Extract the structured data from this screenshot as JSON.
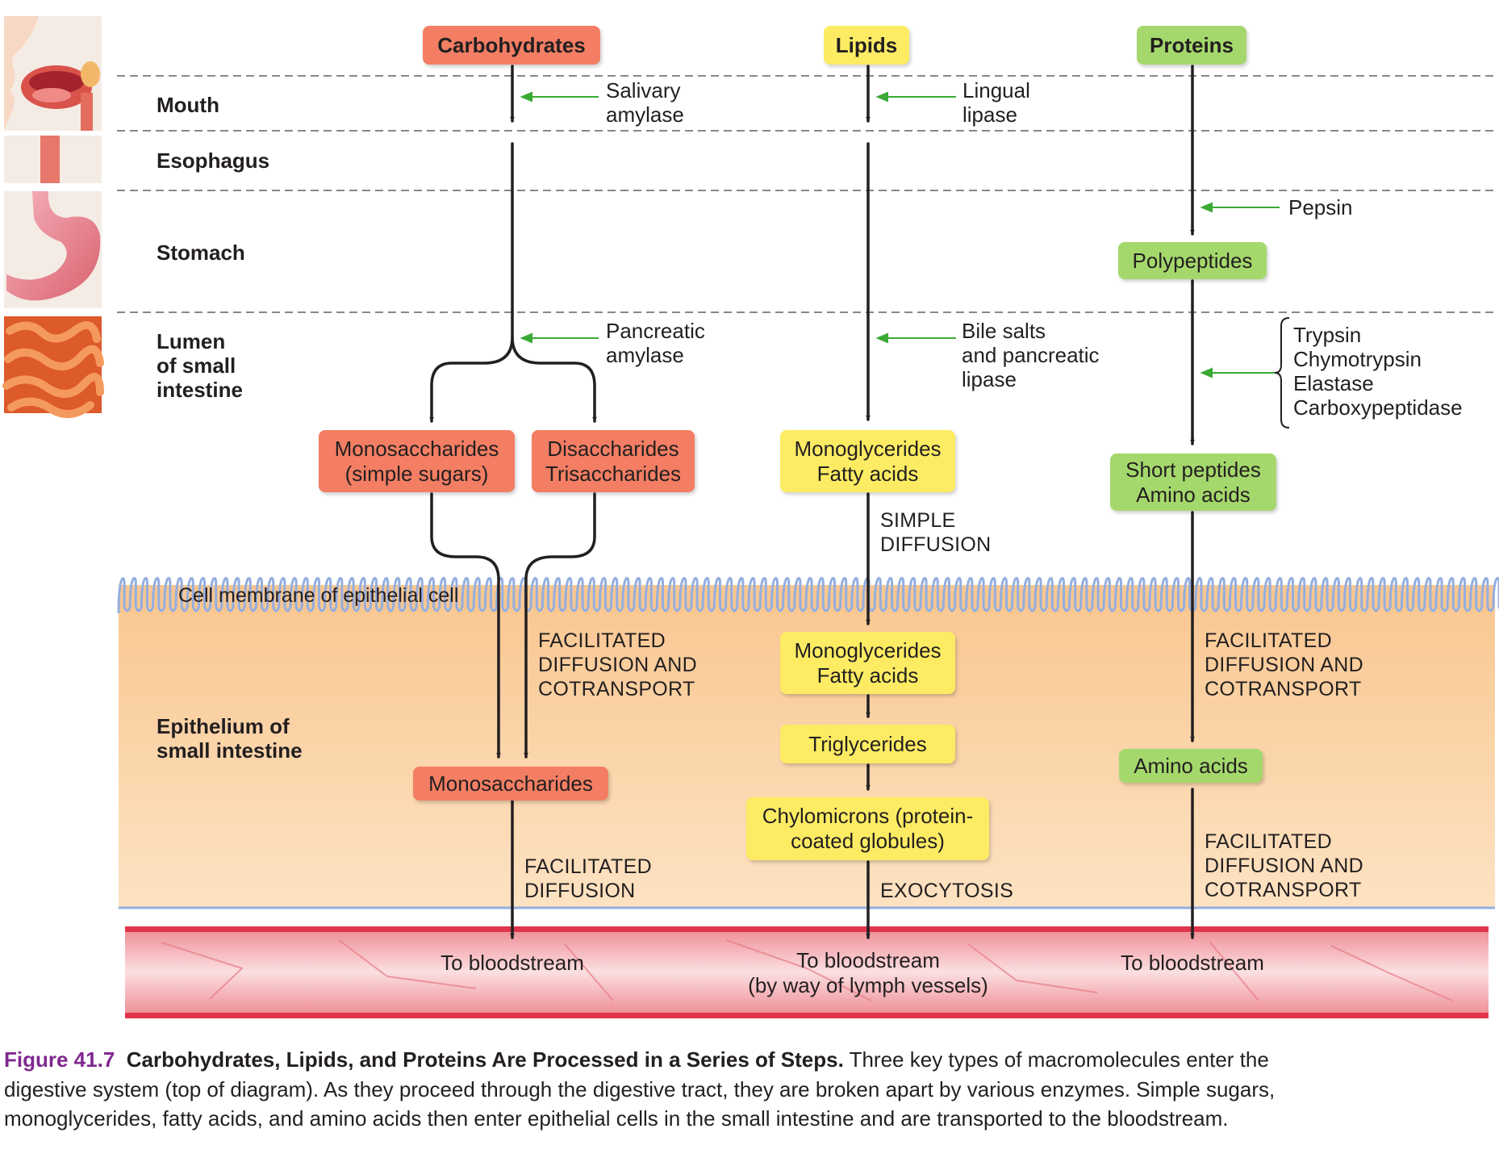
{
  "headers": {
    "carbohydrates": "Carbohydrates",
    "lipids": "Lipids",
    "proteins": "Proteins"
  },
  "regions": {
    "mouth": "Mouth",
    "esophagus": "Esophagus",
    "stomach": "Stomach",
    "lumen": [
      "Lumen",
      "of small",
      "intestine"
    ],
    "epithelium": [
      "Epithelium of",
      "small intestine"
    ]
  },
  "enzymes": {
    "salivary_amylase": [
      "Salivary",
      "amylase"
    ],
    "lingual_lipase": [
      "Lingual",
      "lipase"
    ],
    "pepsin": "Pepsin",
    "pancreatic_amylase": [
      "Pancreatic",
      "amylase"
    ],
    "bile_salts": [
      "Bile salts",
      "and pancreatic",
      "lipase"
    ],
    "protein_enzymes": [
      "Trypsin",
      "Chymotrypsin",
      "Elastase",
      "Carboxypeptidase"
    ]
  },
  "boxes": {
    "polypeptides": "Polypeptides",
    "monosaccharides_lumen": [
      "Monosaccharides",
      "(simple sugars)"
    ],
    "disaccharides": [
      "Disaccharides",
      "Trisaccharides"
    ],
    "monoglycerides_lumen": [
      "Monoglycerides",
      "Fatty acids"
    ],
    "short_peptides": [
      "Short peptides",
      "Amino acids"
    ],
    "monoglycerides_cell": [
      "Monoglycerides",
      "Fatty acids"
    ],
    "triglycerides": "Triglycerides",
    "chylomicrons": [
      "Chylomicrons (protein-",
      "coated globules)"
    ],
    "monosaccharides_cell": "Monosaccharides",
    "amino_acids": "Amino acids"
  },
  "processes": {
    "simple_diffusion": [
      "SIMPLE",
      "DIFFUSION"
    ],
    "carb_facilitated_cotransport": [
      "FACILITATED",
      "DIFFUSION AND",
      "COTRANSPORT"
    ],
    "protein_facilitated_cotransport_1": [
      "FACILITATED",
      "DIFFUSION AND",
      "COTRANSPORT"
    ],
    "carb_facilitated": [
      "FACILITATED",
      "DIFFUSION"
    ],
    "exocytosis": "EXOCYTOSIS",
    "protein_facilitated_cotransport_2": [
      "FACILITATED",
      "DIFFUSION AND",
      "COTRANSPORT"
    ]
  },
  "membrane_label": "Cell membrane of epithelial cell",
  "bloodstream": {
    "carbs": "To bloodstream",
    "lipids": [
      "To bloodstream",
      "(by way of lymph vessels)"
    ],
    "proteins": "To bloodstream"
  },
  "caption": {
    "figure_number": "Figure 41.7",
    "title": "Carbohydrates, Lipids, and Proteins Are Processed in a Series of Steps.",
    "body": "Three key types of macromolecules enter the digestive system (top of diagram). As they proceed through the digestive tract, they are broken apart by various enzymes. Simple sugars, monoglycerides, fatty acids, and amino acids then enter epithelial cells in the small intestine and are transported to the bloodstream."
  },
  "colors": {
    "carbohydrate_box": "#f37e63",
    "lipid_box": "#fdec63",
    "protein_box": "#a5d86c",
    "enzyme_arrow": "#3aaa35",
    "epithelium": "#fbd5a6",
    "membrane": "#93aee0",
    "blood_vessel": "#e0354a",
    "caption_figure_number": "#80288f"
  }
}
